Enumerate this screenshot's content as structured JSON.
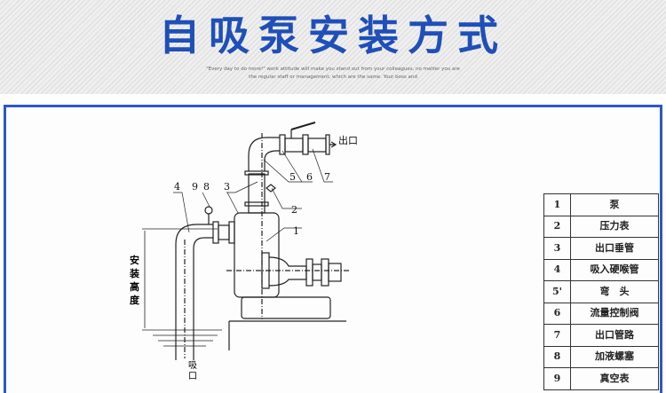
{
  "header": {
    "title": "自吸泵安装方式",
    "subtitle_line1": "\"Every day to do more!\" work attitude will make you stand out from your colleagues, no matter you are",
    "subtitle_line2": "the regular staff or management, which are the same. Your boss and"
  },
  "diagram": {
    "callouts": [
      "1",
      "2",
      "3",
      "4",
      "5",
      "6",
      "7",
      "8",
      "9"
    ],
    "outlet_label": "出口",
    "inlet_label": "吸口",
    "height_label": "安装高度"
  },
  "legend": [
    {
      "num": "1",
      "name": "泵"
    },
    {
      "num": "2",
      "name": "压力表"
    },
    {
      "num": "3",
      "name": "出口垂管"
    },
    {
      "num": "4",
      "name": "吸入硬喉管"
    },
    {
      "num": "5'",
      "name": "弯　头"
    },
    {
      "num": "6",
      "name": "流量控制阀"
    },
    {
      "num": "7",
      "name": "出口管路"
    },
    {
      "num": "8",
      "name": "加液螺塞"
    },
    {
      "num": "9",
      "name": "真空表"
    }
  ],
  "colors": {
    "title": "#1f4fb8",
    "frame": "#2c57c9"
  }
}
